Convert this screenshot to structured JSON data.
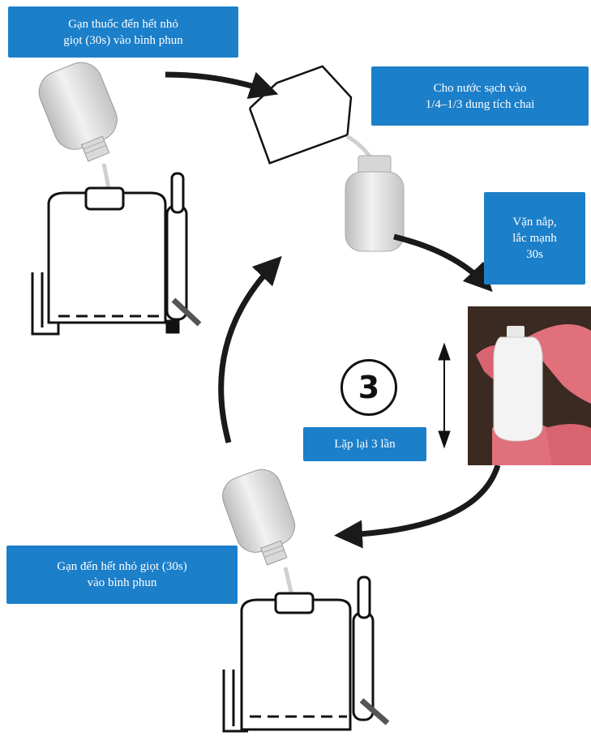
{
  "step1_label": [
    "Gạn thuốc đến hết nhỏ",
    "giọt (30s) vào bình phun"
  ],
  "step2_label": [
    "Cho nước sạch vào",
    "1/4–1/3 dung tích chai"
  ],
  "step3_label": [
    "Vặn nắp,",
    "lắc mạnh",
    "30s"
  ],
  "repeat_label": "Lặp lại 3 lần",
  "repeat_number": "3",
  "step4_label": [
    "Gạn đến hết nhỏ giọt (30s)",
    "vào bình phun"
  ],
  "colors": {
    "label_bg": "#1c7fc9",
    "label_text": "#ffffff",
    "arrow": "#1a1a1a",
    "glove": "#e0707a",
    "photo_bg": "#3a2a22"
  }
}
